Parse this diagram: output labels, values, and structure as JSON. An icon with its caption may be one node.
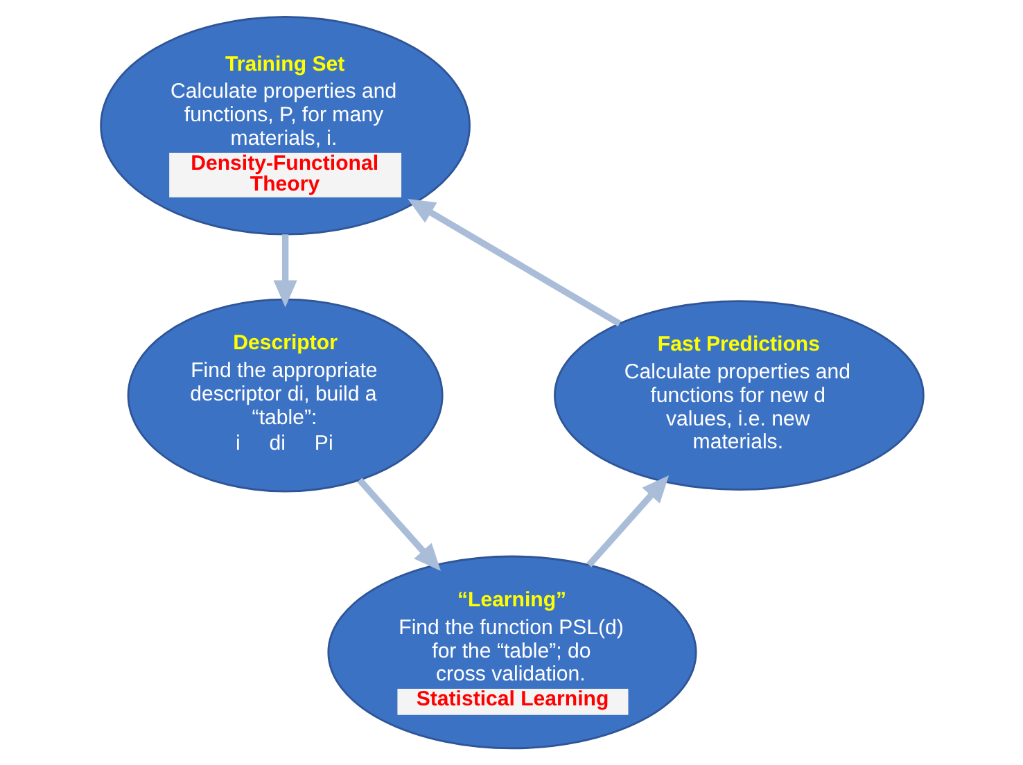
{
  "diagram": {
    "nodes": [
      {
        "text": [
          "Training Set",
          "Calculate properties and functions, P, for many materials, i.",
          "Density-Functional Theory"
        ]
      },
      {
        "text": [
          "Descriptor",
          "Find the appropriate descriptor di, build a “table”:",
          "i     di     Pi"
        ]
      },
      {
        "text": [
          "“Learning”",
          "Find the function PSL(d) for the “table”; do cross validation.",
          "Statistical Learning"
        ]
      },
      {
        "text": [
          "Fast Predictions",
          "Calculate properties and functions for new d values, i.e. new materials."
        ]
      }
    ],
    "edges": [
      {
        "from": 0,
        "to": 1,
        "arrow": "to"
      },
      {
        "from": 1,
        "to": 2,
        "arrow": "to"
      },
      {
        "from": 2,
        "to": 3,
        "arrow": "to"
      },
      {
        "from": 3,
        "to": 0,
        "arrow": "to"
      }
    ]
  }
}
